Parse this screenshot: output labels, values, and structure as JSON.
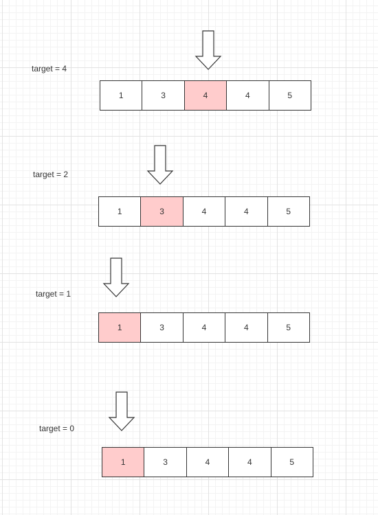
{
  "steps": [
    {
      "label": "target = 4",
      "values": [
        "1",
        "3",
        "4",
        "4",
        "5"
      ],
      "highlight_index": 2
    },
    {
      "label": "target = 2",
      "values": [
        "1",
        "3",
        "4",
        "4",
        "5"
      ],
      "highlight_index": 1
    },
    {
      "label": "target = 1",
      "values": [
        "1",
        "3",
        "4",
        "4",
        "5"
      ],
      "highlight_index": 0
    },
    {
      "label": "target = 0",
      "values": [
        "1",
        "3",
        "4",
        "4",
        "5"
      ],
      "highlight_index": 0
    }
  ],
  "colors": {
    "highlight": "#ffcccc",
    "border": "#333333",
    "grid": "#e2e2e2"
  },
  "icons": {
    "pointer": "down-arrow-icon"
  }
}
